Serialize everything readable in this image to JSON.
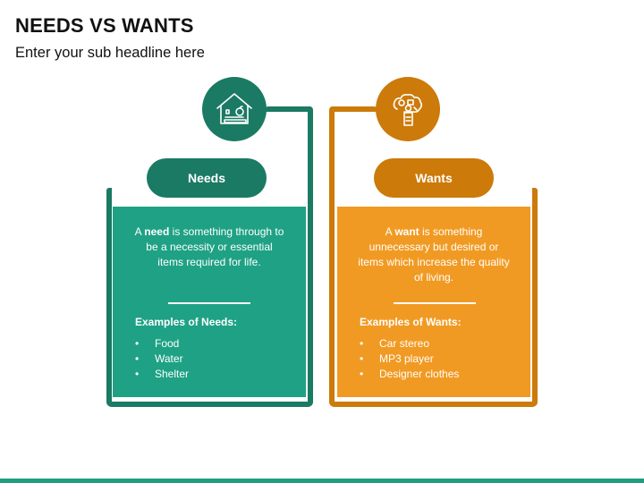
{
  "header": {
    "title": "NEEDS VS WANTS",
    "subtitle": "Enter your sub headline here"
  },
  "colors": {
    "needs_dark": "#1b7a64",
    "needs_panel": "#1fa185",
    "wants_dark": "#cc7a0a",
    "wants_panel": "#f19a23",
    "accent_bar": "#1f9e82"
  },
  "needs": {
    "icon": "house-health-icon",
    "label": "Needs",
    "desc_pre": "A ",
    "desc_bold": "need",
    "desc_post": " is something through to be a necessity or essential items required for life.",
    "examples_title": "Examples of Needs:",
    "examples": [
      "Food",
      "Water",
      "Shelter"
    ]
  },
  "wants": {
    "icon": "thought-wishes-icon",
    "label": "Wants",
    "desc_pre": "A ",
    "desc_bold": "want",
    "desc_post": " is something unnecessary but desired or items which increase the quality of living.",
    "examples_title": "Examples of Wants:",
    "examples": [
      "Car stereo",
      "MP3 player",
      "Designer clothes"
    ]
  },
  "bullet": "•"
}
